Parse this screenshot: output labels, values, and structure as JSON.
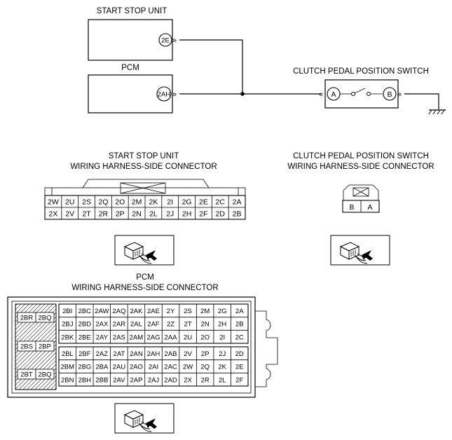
{
  "colors": {
    "line": "#000000",
    "background": "#ffffff",
    "hatch": "#000000"
  },
  "icons": {
    "connector": "connector-plug-with-arrow-icon",
    "ground": "ground-symbol-icon"
  },
  "schematic": {
    "start_stop_unit": {
      "label": "START STOP UNIT",
      "terminal": "2E"
    },
    "pcm": {
      "label": "PCM",
      "terminal": "2AH"
    },
    "clutch_switch": {
      "label": "CLUTCH PEDAL POSITION SWITCH",
      "terminal_a": "A",
      "terminal_b": "B"
    }
  },
  "ssu_connector": {
    "title_line1": "START STOP UNIT",
    "title_line2": "WIRING HARNESS-SIDE CONNECTOR",
    "rows": [
      [
        "2W",
        "2U",
        "2S",
        "2Q",
        "2O",
        "2M",
        "2K",
        "2I",
        "2G",
        "2E",
        "2C",
        "2A"
      ],
      [
        "2X",
        "2V",
        "2T",
        "2R",
        "2P",
        "2N",
        "2L",
        "2J",
        "2H",
        "2F",
        "2D",
        "2B"
      ]
    ]
  },
  "clutch_connector": {
    "title_line1": "CLUTCH PEDAL POSITION SWITCH",
    "title_line2": "WIRING HARNESS-SIDE CONNECTOR",
    "pins": [
      "B",
      "A"
    ]
  },
  "pcm_connector": {
    "title_line1": "PCM",
    "title_line2": "WIRING HARNESS-SIDE CONNECTOR",
    "left_block": [
      [
        "2BR",
        "2BQ"
      ],
      [
        "2BS",
        "2BP"
      ],
      [
        "2BT",
        "2BQ"
      ]
    ],
    "rows_top": [
      [
        "2BI",
        "2BC",
        "2AW",
        "2AQ",
        "2AK",
        "2AE",
        "2Y",
        "2S",
        "2M",
        "2G",
        "2A"
      ],
      [
        "2BJ",
        "2BD",
        "2AX",
        "2AR",
        "2AL",
        "2AF",
        "2Z",
        "2T",
        "2N",
        "2H",
        "2B"
      ],
      [
        "2BK",
        "2BE",
        "2AY",
        "2AS",
        "2AM",
        "2AG",
        "2AA",
        "2U",
        "2O",
        "2I",
        "2C"
      ]
    ],
    "rows_bottom": [
      [
        "2BL",
        "2BF",
        "2AZ",
        "2AT",
        "2AN",
        "2AH",
        "2AB",
        "2V",
        "2P",
        "2J",
        "2D"
      ],
      [
        "2BM",
        "2BG",
        "2BA",
        "2AU",
        "2AO",
        "2AI",
        "2AC",
        "2W",
        "2Q",
        "2K",
        "2E"
      ],
      [
        "2BN",
        "2BH",
        "2BB",
        "2AV",
        "2AP",
        "2AJ",
        "2AD",
        "2X",
        "2R",
        "2L",
        "2F"
      ]
    ]
  }
}
